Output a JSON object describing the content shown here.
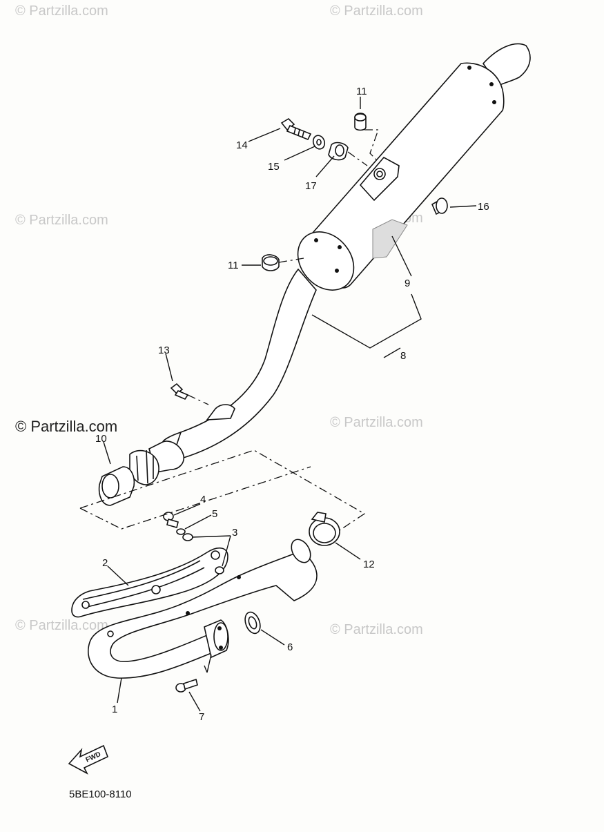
{
  "watermark": {
    "text_light": "© Partzilla.com",
    "text_dark": "© Partzilla.com"
  },
  "callouts": {
    "c1": "1",
    "c2": "2",
    "c3": "3",
    "c4": "4",
    "c5": "5",
    "c6": "6",
    "c7": "7",
    "c8": "8",
    "c9": "9",
    "c10": "10",
    "c11a": "11",
    "c11b": "11",
    "c12": "12",
    "c13": "13",
    "c14": "14",
    "c15": "15",
    "c16": "16",
    "c17": "17"
  },
  "fwd_label": "FWD",
  "diagram_code": "5BE100-8110",
  "colors": {
    "ink": "#111111",
    "watermark": "#c8c8c8",
    "paper": "#fdfdfb"
  }
}
